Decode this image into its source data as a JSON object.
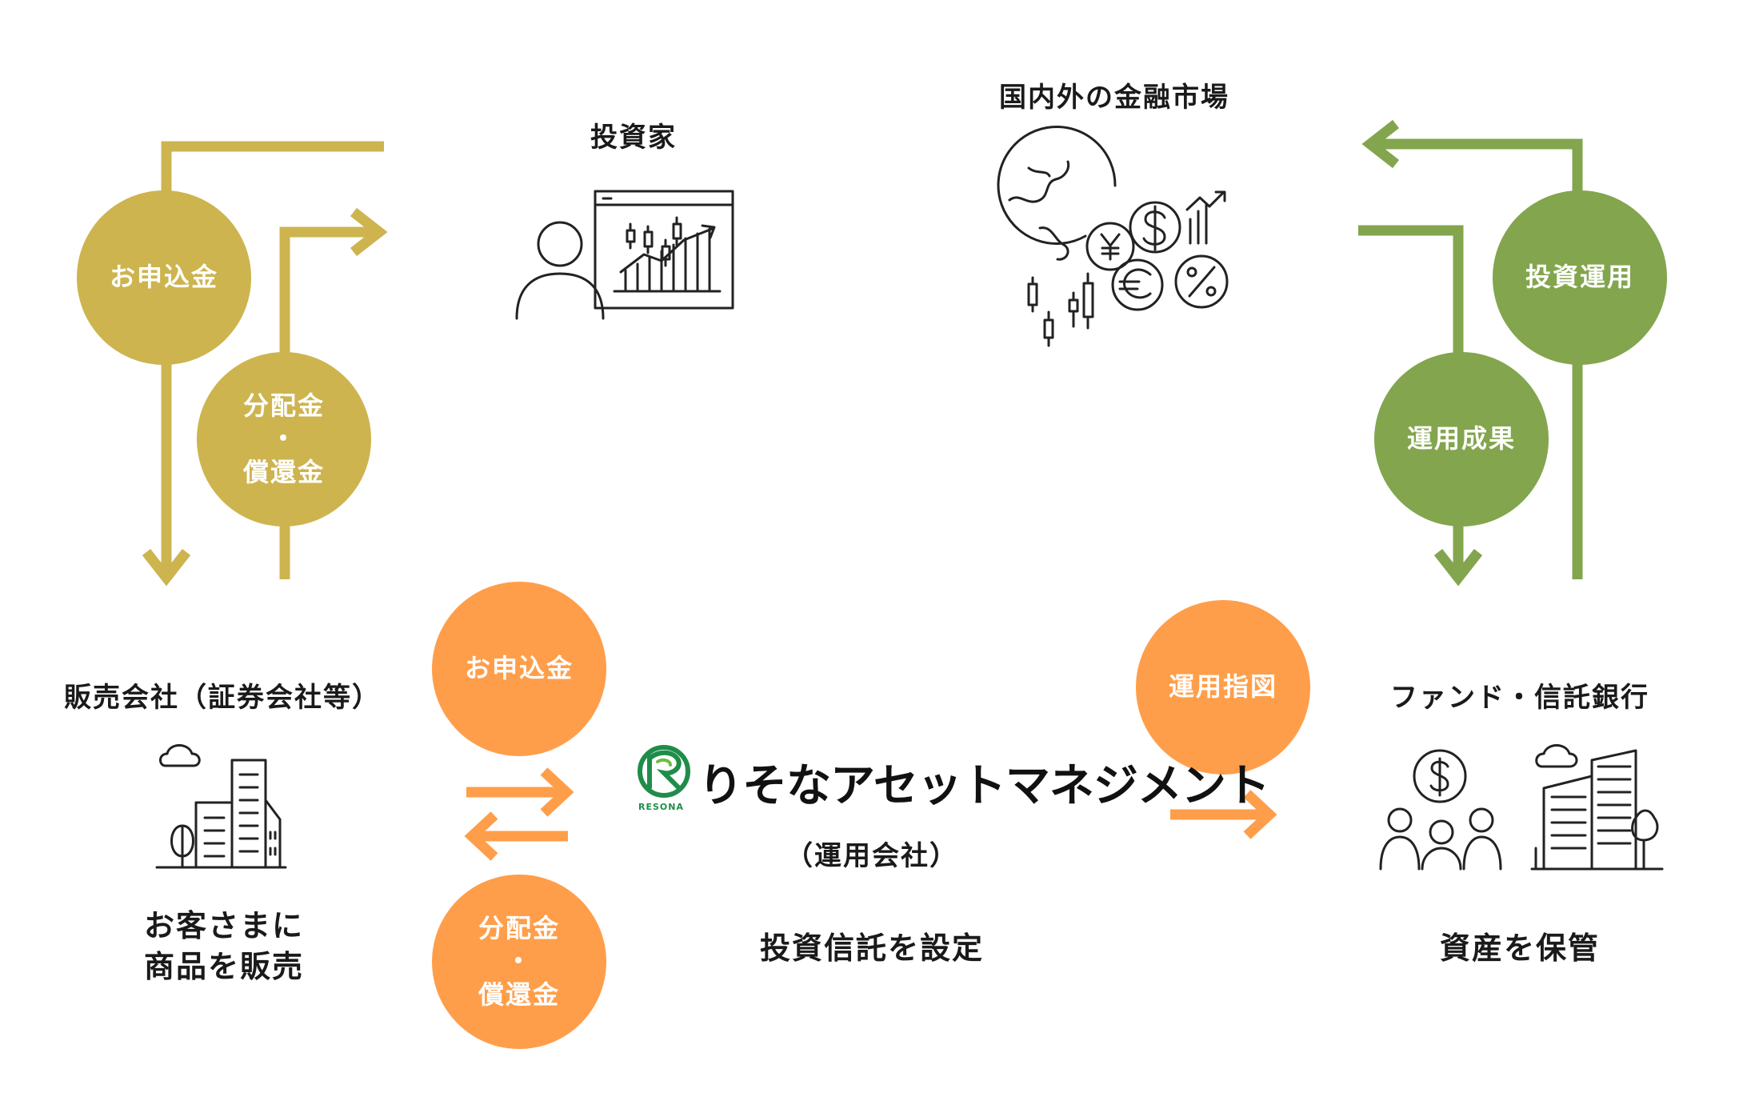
{
  "labels": {
    "investor": "投資家",
    "market": "国内外の金融市場",
    "seller": "販売会社（証券会社等）",
    "seller_desc_1": "お客さまに",
    "seller_desc_2": "商品を販売",
    "management_paren": "（運用会社）",
    "management_desc": "投資信託を設定",
    "trust_bank": "ファンド・信託銀行",
    "trust_desc": "資産を保管"
  },
  "circles": {
    "gold_application": "お申込金",
    "gold_dist_1": "分配金",
    "gold_dist_dot": "・",
    "gold_dist_2": "償還金",
    "green_invest": "投資運用",
    "green_result": "運用成果",
    "orange_application": "お申込金",
    "orange_dist_1": "分配金",
    "orange_dist_dot": "・",
    "orange_dist_2": "償還金",
    "orange_instruction": "運用指図"
  },
  "logo": {
    "name": "りそなアセットマネジメント",
    "sub": "RESONA"
  },
  "icons": {
    "investor": "investor-chart-icon",
    "market": "globe-currency-icon",
    "seller": "office-building-icon",
    "trust": "people-buildings-icon"
  },
  "colors": {
    "gold": "#cdb44f",
    "green": "#83a54e",
    "orange": "#ff9e4a",
    "logo_green": "#1f8d4a"
  }
}
